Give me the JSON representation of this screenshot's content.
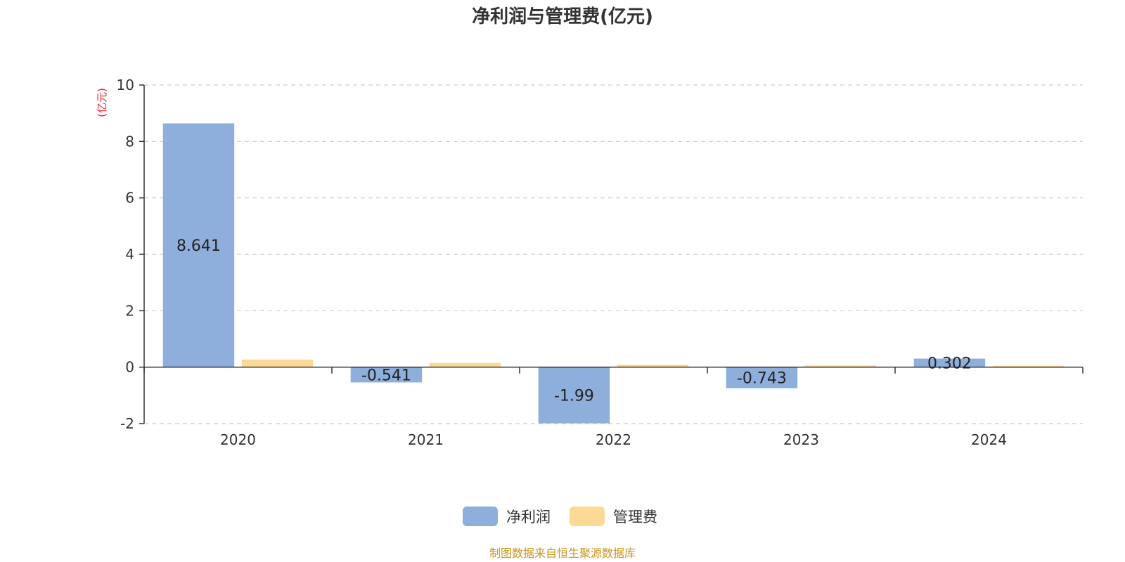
{
  "chart_data": {
    "type": "bar",
    "title": "净利润与管理费(亿元)",
    "y_unit_label": "(亿元)",
    "categories": [
      "2020",
      "2021",
      "2022",
      "2023",
      "2024"
    ],
    "series": [
      {
        "name": "净利润",
        "values": [
          8.641,
          -0.541,
          -1.99,
          -0.743,
          0.302
        ],
        "color": "#8eaedc",
        "data_labels": [
          "8.641",
          "-0.541",
          "-1.99",
          "-0.743",
          "0.302"
        ]
      },
      {
        "name": "管理费",
        "values": [
          0.27,
          0.15,
          0.09,
          0.06,
          0.05
        ],
        "color": "#fcd994"
      }
    ],
    "ylim": [
      -2,
      10
    ],
    "yticks": [
      -2,
      0,
      2,
      4,
      6,
      8,
      10
    ],
    "grid": true,
    "legend": "bottom-center",
    "source_text": "制图数据来自恒生聚源数据库",
    "colors": {
      "axis": "#333333",
      "grid": "#cccccc",
      "unit": "#e8262e",
      "source": "#c8961e"
    }
  }
}
